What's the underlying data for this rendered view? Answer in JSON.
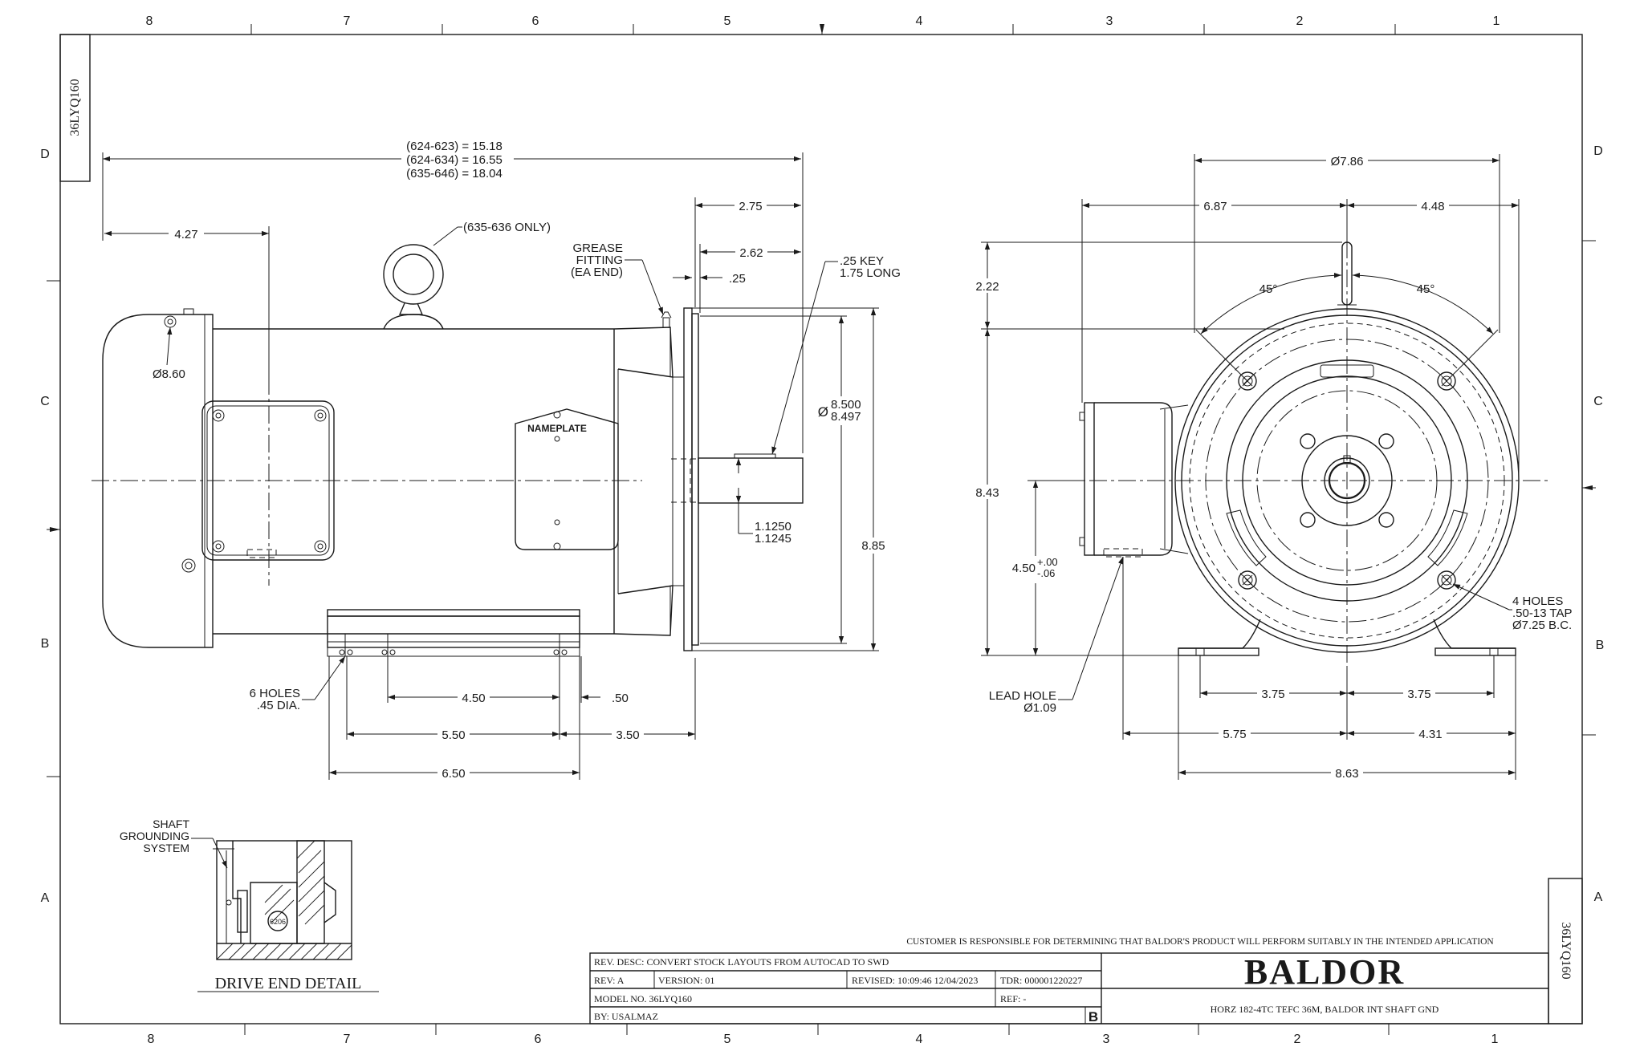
{
  "border": {
    "zone_numbers": [
      "8",
      "7",
      "6",
      "5",
      "4",
      "3",
      "2",
      "1"
    ],
    "zone_letters": [
      "D",
      "C",
      "B",
      "A"
    ]
  },
  "drawing_id": "36LYQ160",
  "side_view": {
    "overall_label_1": "(624-623) = 15.18",
    "overall_label_2": "(624-634) = 16.55",
    "overall_label_3": "(635-646) = 18.04",
    "dim_427": "4.27",
    "eyebolt_note": "(635-636 ONLY)",
    "grease_1": "GREASE",
    "grease_2": "FITTING",
    "grease_3": "(EA END)",
    "dim_275": "2.75",
    "dim_262": "2.62",
    "dim_025": ".25",
    "key_1": ".25 KEY",
    "key_2": "1.75 LONG",
    "dia_860": "Ø8.60",
    "nameplate": "NAMEPLATE",
    "dia_pilot_prefix": "Ø",
    "pilot_hi": "8.500",
    "pilot_lo": "8.497",
    "shaft_hi": "1.1250",
    "shaft_lo": "1.1245",
    "dim_885": "8.85",
    "holes_1": "6 HOLES",
    "holes_2": ".45 DIA.",
    "dim_450": "4.50",
    "dim_050": ".50",
    "dim_550": "5.50",
    "dim_350": "3.50",
    "dim_650": "6.50"
  },
  "end_view": {
    "dia_786": "Ø7.86",
    "dim_687": "6.87",
    "dim_448": "4.48",
    "dim_222": "2.22",
    "angle_left": "45°",
    "angle_right": "45°",
    "dim_843": "8.43",
    "dim_450": "4.50",
    "tol_plus": "+.00",
    "tol_minus": "-.06",
    "holes_1": "4 HOLES",
    "holes_2": ".50-13 TAP",
    "holes_3": "Ø7.25 B.C.",
    "lead_1": "LEAD HOLE",
    "lead_2": "Ø1.09",
    "dim_375_left": "3.75",
    "dim_375_right": "3.75",
    "dim_575": "5.75",
    "dim_431": "4.31",
    "dim_863": "8.63"
  },
  "detail": {
    "callout_1": "SHAFT",
    "callout_2": "GROUNDING",
    "callout_3": "SYSTEM",
    "bearing": "6206",
    "title": "DRIVE END DETAIL"
  },
  "title_block": {
    "disclaimer": "CUSTOMER IS RESPONSIBLE FOR DETERMINING THAT BALDOR'S PRODUCT WILL PERFORM SUITABLY IN THE INTENDED APPLICATION",
    "rev_desc": "REV. DESC: CONVERT STOCK LAYOUTS FROM AUTOCAD TO SWD",
    "rev": "REV:  A",
    "version": "VERSION:  01",
    "revised": "REVISED:  10:09:46 12/04/2023",
    "tdr": "TDR: 000001220227",
    "model": "MODEL NO.  36LYQ160",
    "ref": "REF:  -",
    "by": "BY: USALMAZ",
    "size": "B",
    "logo": "BALDOR",
    "description": "HORZ 182-4TC TEFC 36M, BALDOR INT SHAFT GND"
  }
}
